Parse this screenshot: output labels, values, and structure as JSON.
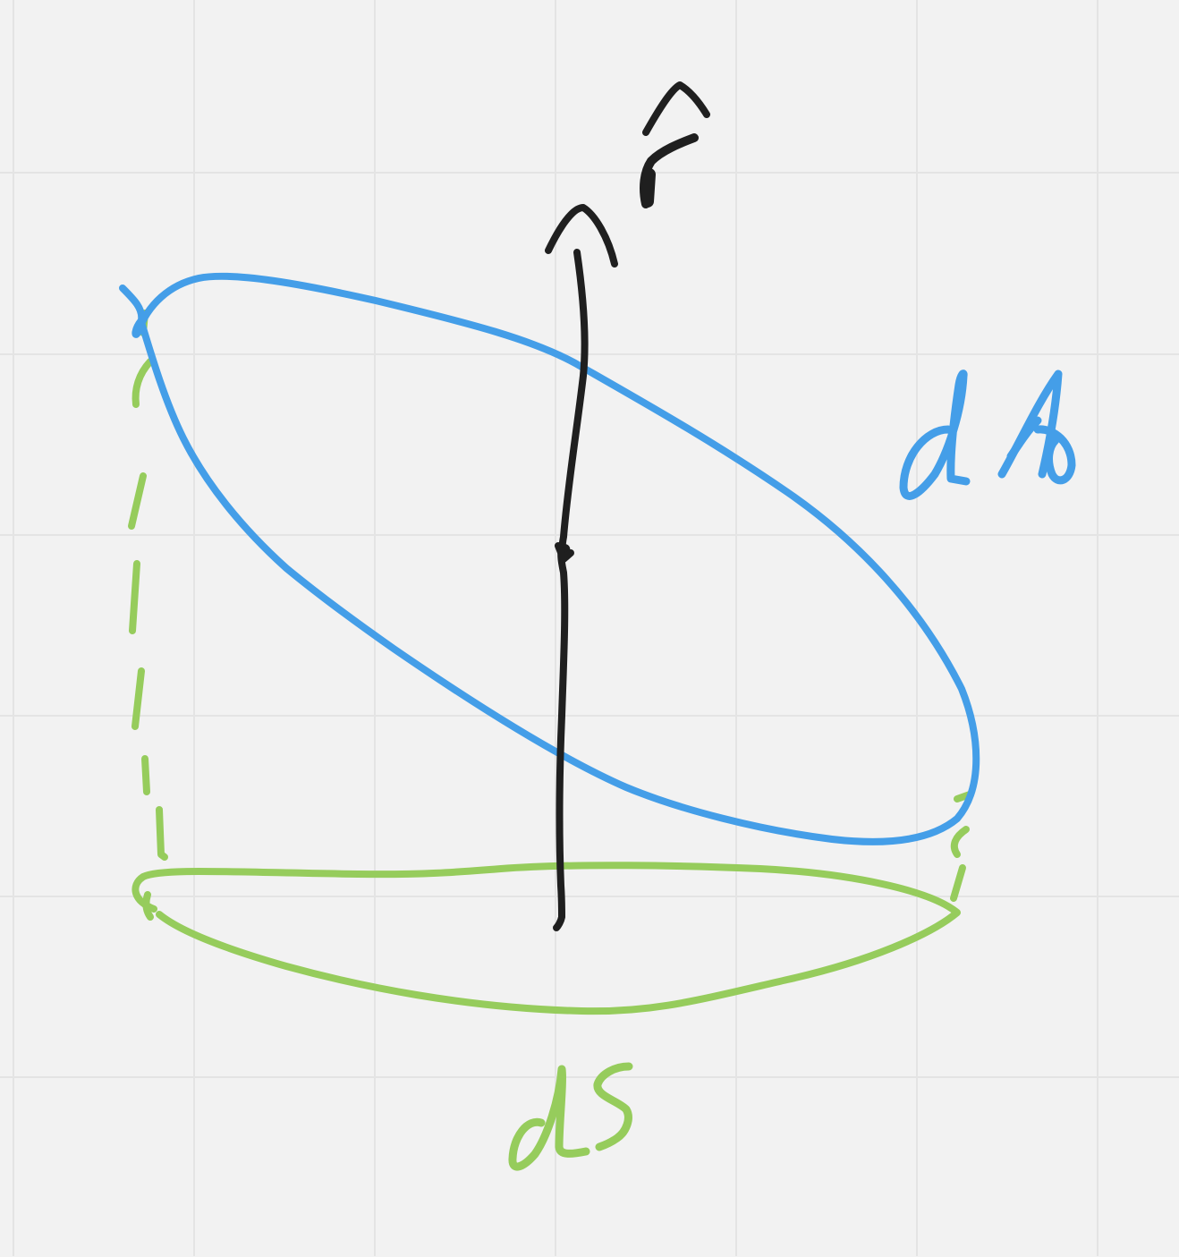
{
  "labels": {
    "normal": "r̂",
    "tilted_area": "dA",
    "projected_area": "dS"
  },
  "colors": {
    "background": "#f2f2f2",
    "grid": "#e4e4e4",
    "normal_vector": "#1f1f1f",
    "tilted_area": "#449ee8",
    "projected_area": "#96cc5c"
  }
}
